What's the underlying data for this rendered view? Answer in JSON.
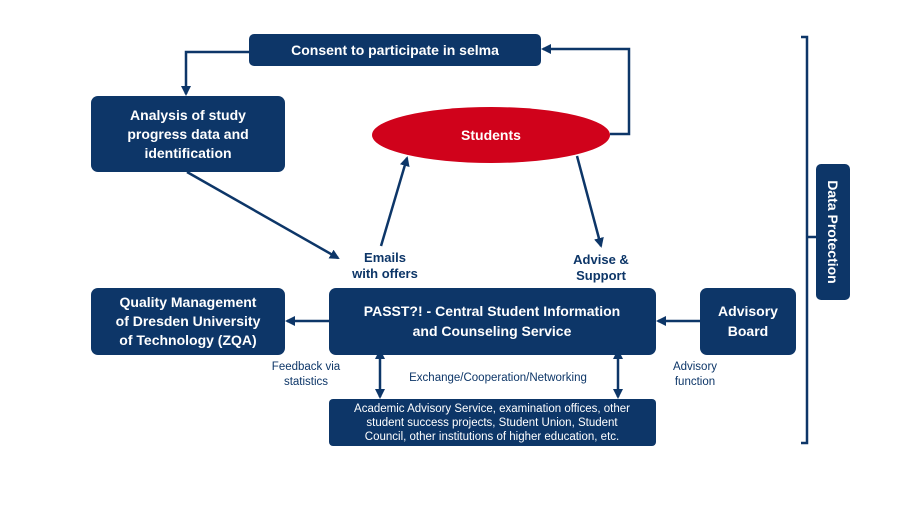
{
  "nodes": {
    "consent": "Consent to participate in selma",
    "analysis": [
      "Analysis of study",
      "progress data and",
      "identification"
    ],
    "students": "Students",
    "passt": [
      "PASST?! - Central Student Information",
      "and Counseling Service"
    ],
    "quality": [
      "Quality Management",
      "of Dresden University",
      "of Technology (ZQA)"
    ],
    "advisory": [
      "Advisory",
      "Board"
    ],
    "academic": [
      "Academic Advisory Service, examination offices, other",
      "student success projects, Student Union, Student",
      "Council, other institutions of higher education, etc."
    ],
    "data_protection": "Data Protection"
  },
  "labels": {
    "emails": [
      "Emails",
      "with offers"
    ],
    "advise": [
      "Advise &",
      "Support"
    ],
    "feedback": [
      "Feedback via",
      "statistics"
    ],
    "exchange": "Exchange/Cooperation/Networking",
    "advisory_function": [
      "Advisory",
      "function"
    ]
  },
  "colors": {
    "node_fill": "#0d3668",
    "students_fill": "#d0021b",
    "text_light": "#ffffff"
  }
}
